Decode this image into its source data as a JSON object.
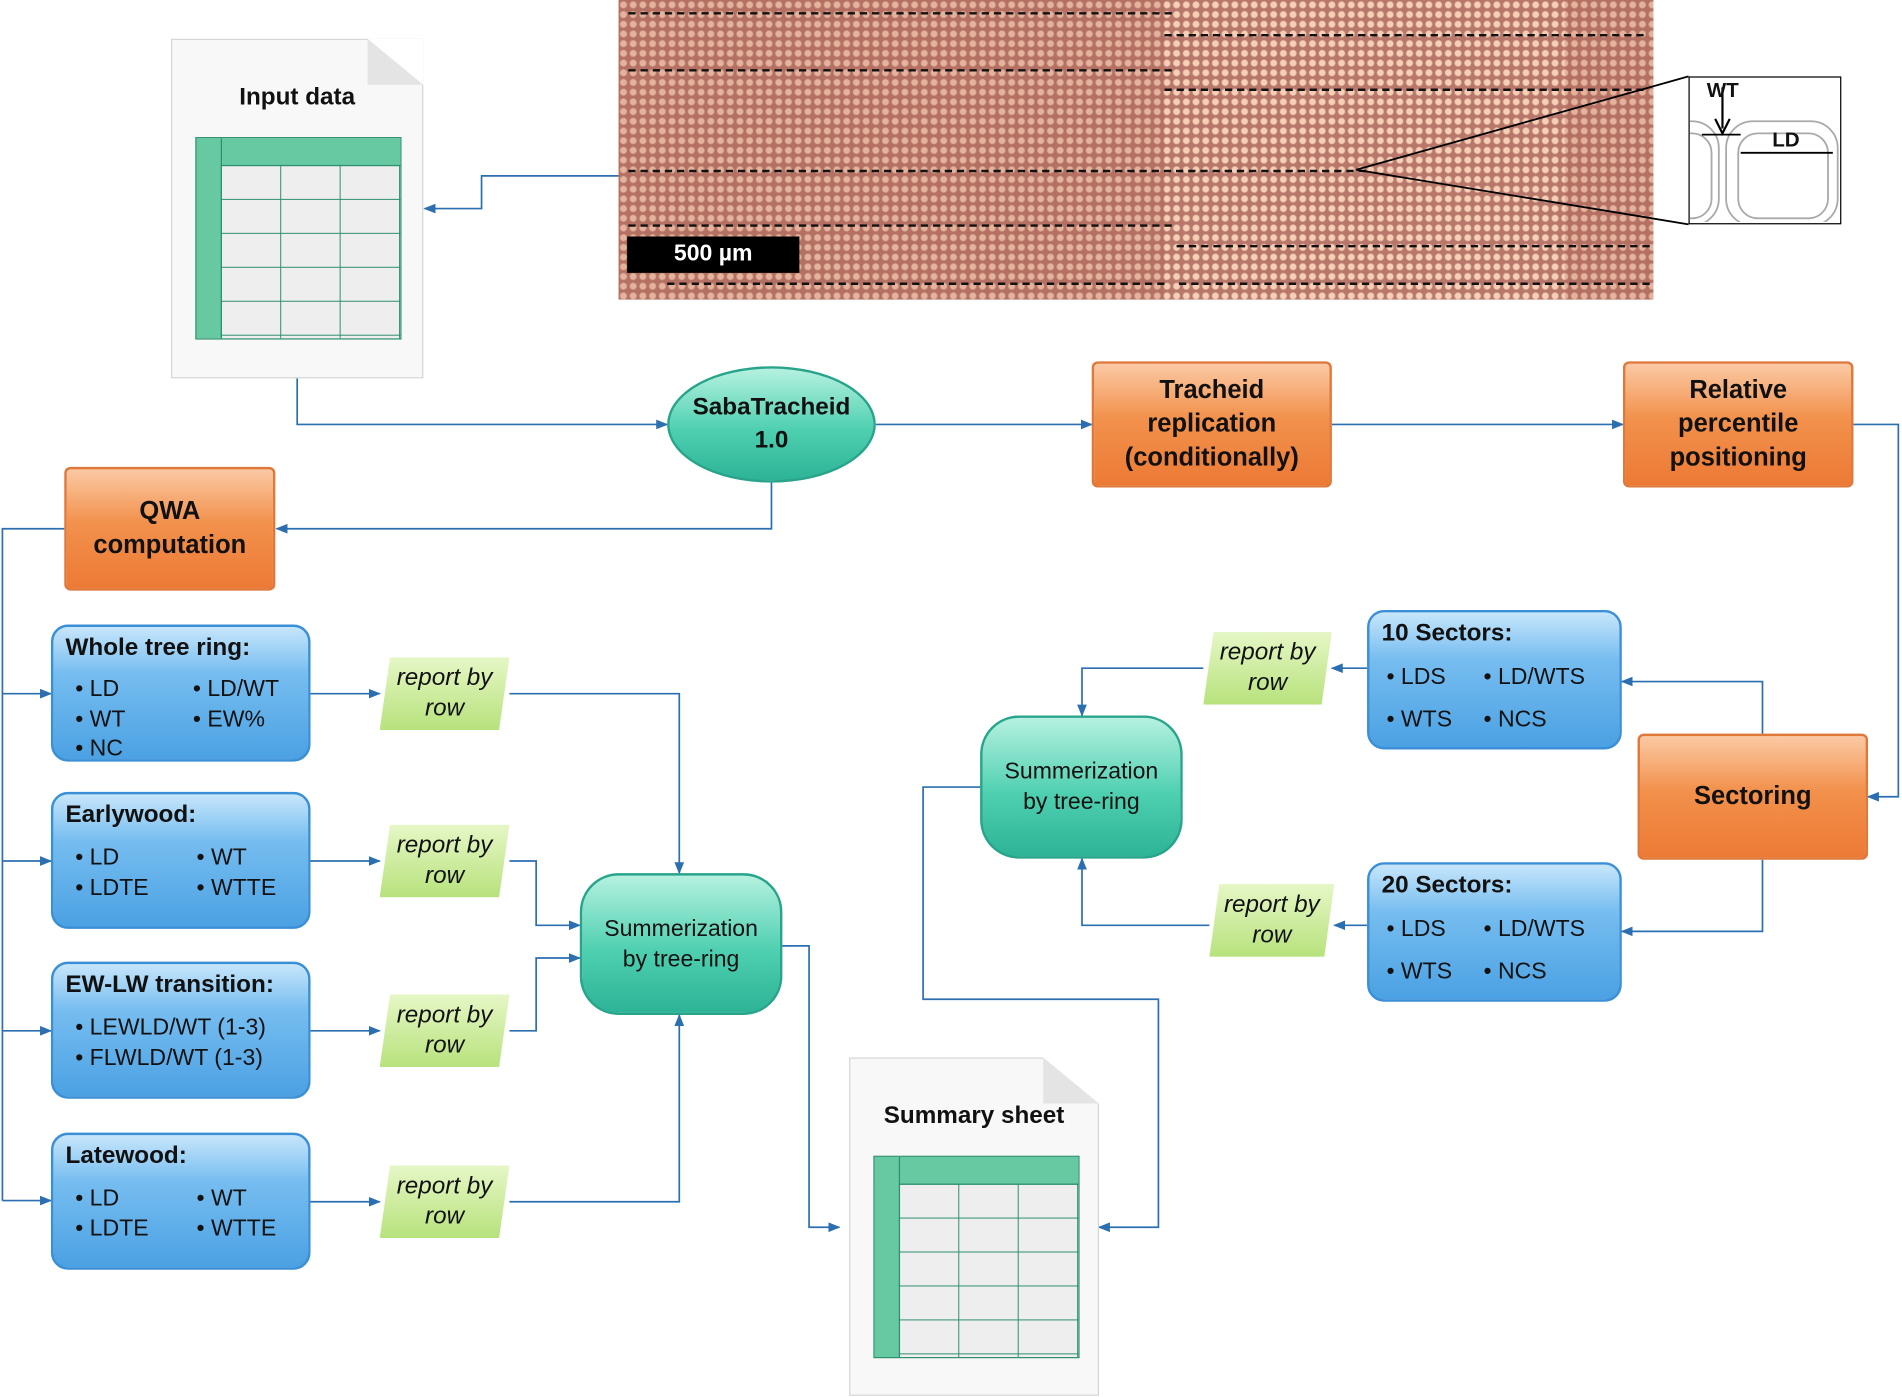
{
  "micrograph": {
    "scale_label": "500 µm",
    "inset_wt": "WT",
    "inset_ld": "LD"
  },
  "input_doc": {
    "title": "Input data"
  },
  "summary_doc": {
    "title": "Summary sheet"
  },
  "process": {
    "sabatracheid": {
      "line1": "SabaTracheid",
      "line2": "1.0"
    },
    "tracheid_replication": {
      "line1": "Tracheid",
      "line2": "replication",
      "line3": "(conditionally)"
    },
    "relative_percentile": {
      "line1": "Relative",
      "line2": "percentile",
      "line3": "positioning"
    },
    "qwa": {
      "line1": "QWA",
      "line2": "computation"
    },
    "sectoring": {
      "label": "Sectoring"
    }
  },
  "whole_ring": {
    "title": "Whole tree ring:",
    "items": [
      "• LD",
      "• LD/WT",
      "• WT",
      "• EW%",
      "• NC"
    ]
  },
  "earlywood": {
    "title": "Earlywood:",
    "items": [
      "• LD",
      "• WT",
      "• LDTE",
      "• WTTE"
    ]
  },
  "transition": {
    "title": "EW-LW transition:",
    "items": [
      "• LEWLD/WT (1-3)",
      "• FLWLD/WT (1-3)"
    ]
  },
  "latewood": {
    "title": "Latewood:",
    "items": [
      "• LD",
      "• WT",
      "• LDTE",
      "• WTTE"
    ]
  },
  "sectors10": {
    "title": "10 Sectors:",
    "items": [
      "• LDS",
      "• LD/WTS",
      "• WTS",
      "• NCS"
    ]
  },
  "sectors20": {
    "title": "20 Sectors:",
    "items": [
      "• LDS",
      "• LD/WTS",
      "• WTS",
      "• NCS"
    ]
  },
  "report": {
    "line1": "report by",
    "line2": "row"
  },
  "summarization": {
    "line1": "Summerization",
    "line2": "by tree-ring"
  },
  "colors": {
    "orange": "#f08a42",
    "teal": "#3fc6a6",
    "blue": "#5aaae8",
    "green": "#c2e68a",
    "connector": "#2b6fb0"
  }
}
